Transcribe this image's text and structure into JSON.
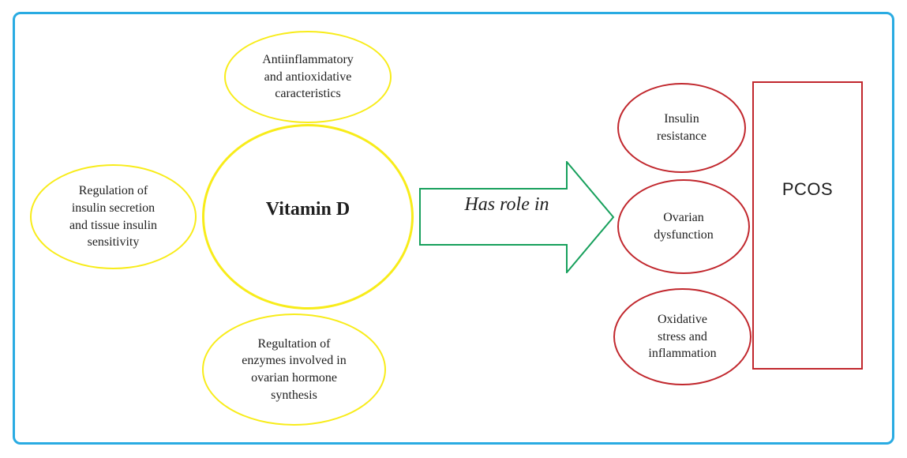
{
  "diagram": {
    "center_node": {
      "label": "Vitamin D"
    },
    "factors": [
      {
        "id": "antiinflammatory",
        "label": "Antiinflammatory\nand antioxidative\ncaracteristics"
      },
      {
        "id": "insulin-regulation",
        "label": "Regulation of\ninsulin secretion\nand tissue insulin\nsensitivity"
      },
      {
        "id": "enzyme-regulation",
        "label": "Regultation of\nenzymes involved in\novarian hormone\nsynthesis"
      }
    ],
    "arrow": {
      "label": "Has role in"
    },
    "effects": [
      {
        "id": "insulin-resistance",
        "label": "Insulin\nresistance"
      },
      {
        "id": "ovarian-dysfunction",
        "label": "Ovarian\ndysfunction"
      },
      {
        "id": "oxidative-stress",
        "label": "Oxidative\nstress and\ninflammation"
      }
    ],
    "outcome": {
      "label": "PCOS"
    },
    "colors": {
      "factor_stroke": "#F8EC1A",
      "effect_stroke": "#C1272D",
      "arrow_stroke": "#17A05C",
      "frame_stroke": "#29ABE2",
      "text": "#1F1F1F"
    }
  }
}
